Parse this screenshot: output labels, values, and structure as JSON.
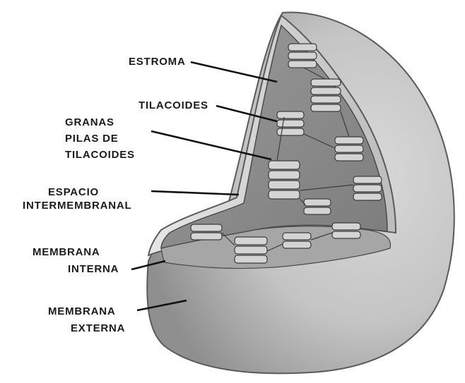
{
  "labels": {
    "estroma": "ESTROMA",
    "tilacoides": "TILACOIDES",
    "granas_line1": "GRANAS",
    "granas_line2": "PILAS  DE",
    "granas_line3": "TILACOIDES",
    "espacio_line1": "ESPACIO",
    "espacio_line2": "INTERMEMBRANAL",
    "membrana_interna_line1": "MEMBRANA",
    "membrana_interna_line2": "INTERNA",
    "membrana_externa_line1": "MEMBRANA",
    "membrana_externa_line2": "EXTERNA"
  }
}
